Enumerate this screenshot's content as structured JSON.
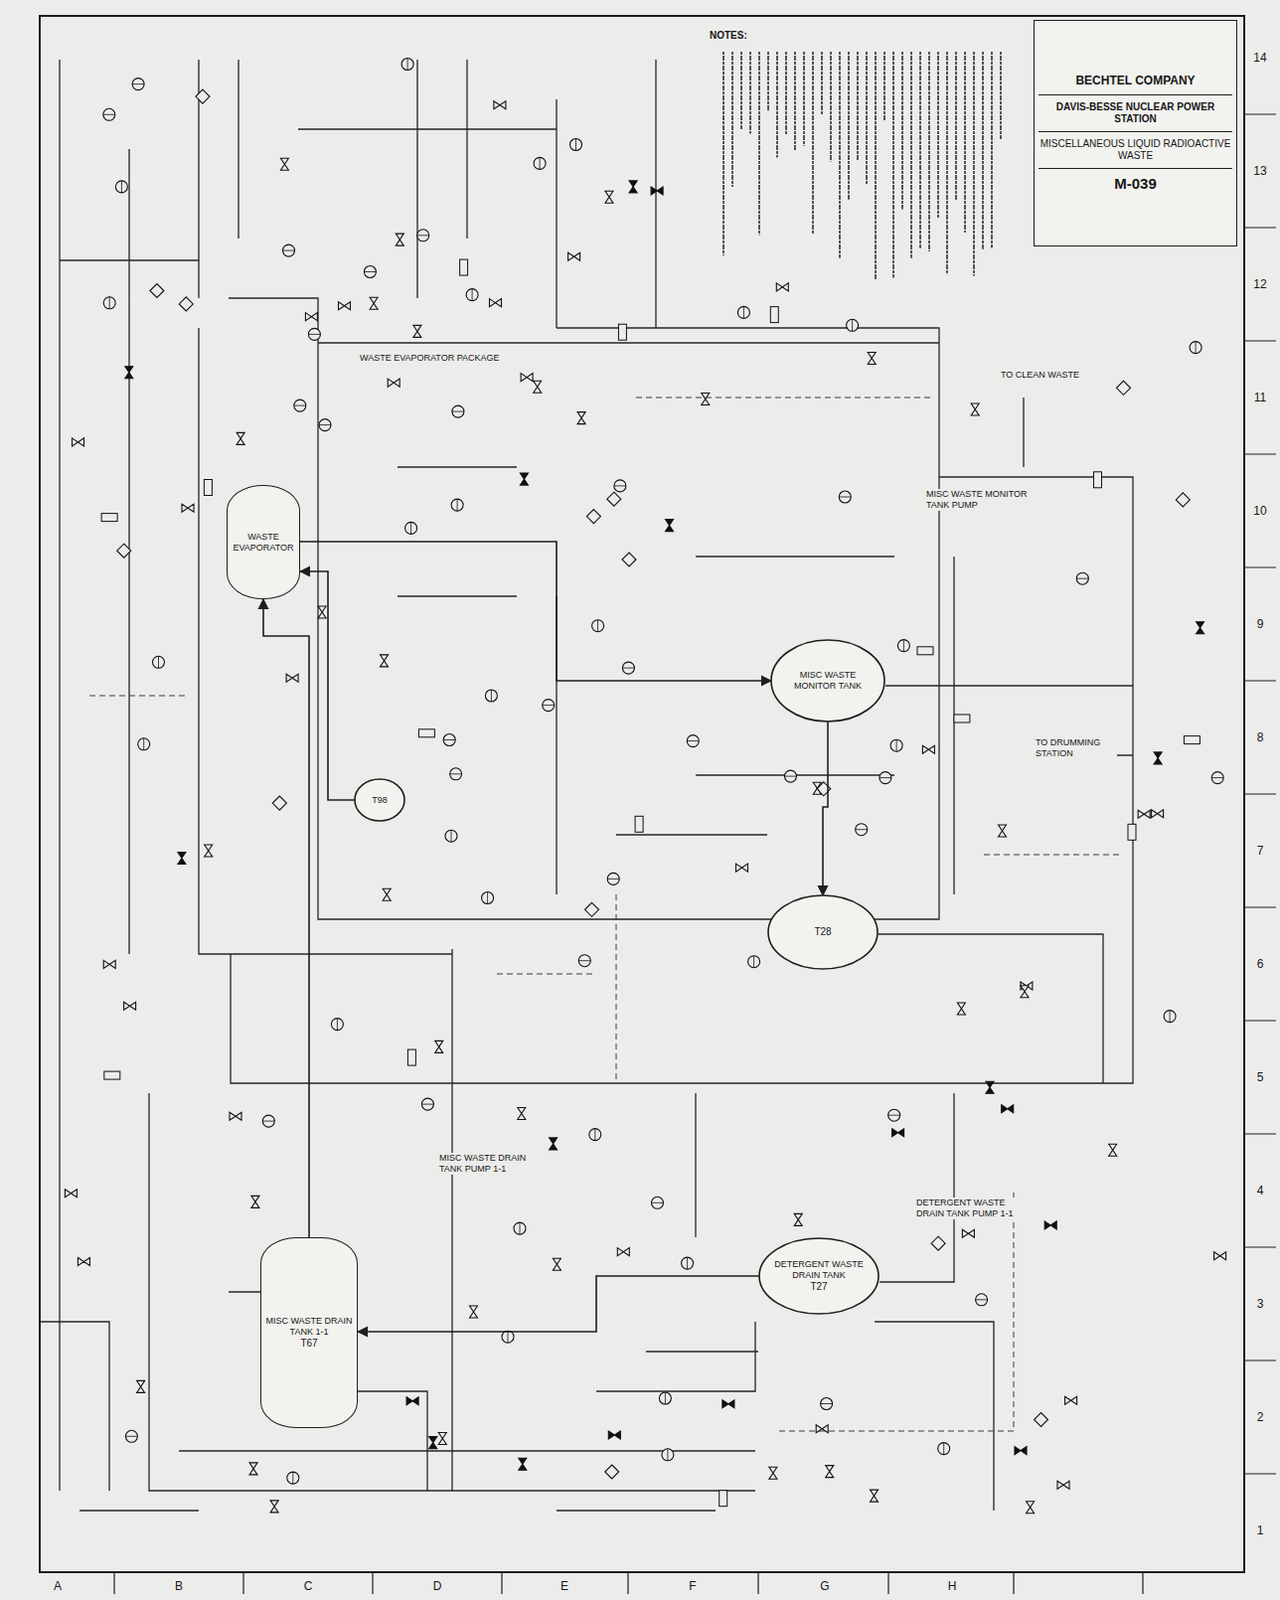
{
  "diagram": {
    "nodes": [
      {
        "text": [
          "BECHTEL COMPANY",
          "DAVIS-BESSE NUCLEAR POWER STATION",
          "MISCELLANEOUS LIQUID RADIOACTIVE WASTE",
          "M-039"
        ]
      },
      {
        "text": [
          "WASTE EVAPORATOR"
        ]
      },
      {
        "text": [
          "MISC WASTE MONITOR TANK"
        ]
      },
      {
        "text": [
          "T98"
        ]
      },
      {
        "text": [
          "T28"
        ]
      },
      {
        "text": [
          "MISC WASTE DRAIN TANK 1-1",
          "T67"
        ]
      },
      {
        "text": [
          "DETERGENT WASTE DRAIN TANK",
          "T27"
        ]
      }
    ],
    "edges": [
      {
        "from": 5,
        "to": 1,
        "arrow": "to"
      },
      {
        "from": 1,
        "to": 2,
        "arrow": "to"
      },
      {
        "from": 2,
        "to": 4,
        "arrow": "to"
      },
      {
        "from": 6,
        "to": 5,
        "arrow": "to"
      },
      {
        "from": 3,
        "to": 1,
        "arrow": "to"
      }
    ],
    "labels": [
      "14",
      "13",
      "12",
      "11",
      "10",
      "9",
      "8",
      "7",
      "6",
      "5",
      "4",
      "3",
      "2",
      "1",
      "A",
      "B",
      "C",
      "D",
      "E",
      "F",
      "G",
      "H",
      "NOTES:",
      "WASTE EVAPORATOR PACKAGE",
      "MISC WASTE MONITOR TANK PUMP",
      "MISC WASTE DRAIN TANK PUMP 1-1",
      "DETERGENT WASTE DRAIN TANK PUMP 1-1",
      "TO DRUMMING STATION",
      "TO CLEAN WASTE"
    ]
  }
}
